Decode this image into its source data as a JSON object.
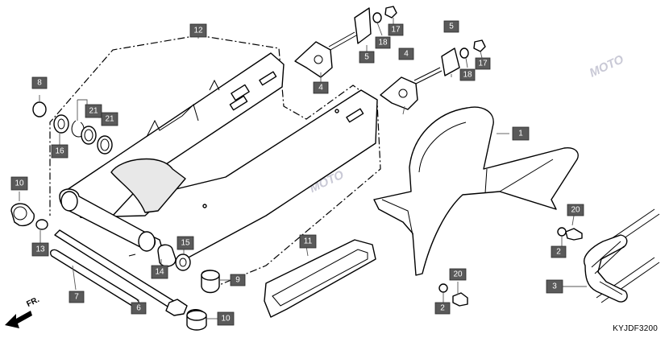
{
  "diagram_code": "KYJDF3200",
  "direction_label": "FR.",
  "watermarks": [
    "MOTO",
    "MOTO",
    "MOTO"
  ],
  "callouts": [
    {
      "id": "c1",
      "label": "1"
    },
    {
      "id": "c2a",
      "label": "2"
    },
    {
      "id": "c2b",
      "label": "2"
    },
    {
      "id": "c3",
      "label": "3"
    },
    {
      "id": "c4a",
      "label": "4"
    },
    {
      "id": "c4b",
      "label": "4"
    },
    {
      "id": "c5a",
      "label": "5"
    },
    {
      "id": "c5b",
      "label": "5"
    },
    {
      "id": "c6",
      "label": "6"
    },
    {
      "id": "c7",
      "label": "7"
    },
    {
      "id": "c8",
      "label": "8"
    },
    {
      "id": "c9",
      "label": "9"
    },
    {
      "id": "c10a",
      "label": "10"
    },
    {
      "id": "c10b",
      "label": "10"
    },
    {
      "id": "c11",
      "label": "11"
    },
    {
      "id": "c12",
      "label": "12"
    },
    {
      "id": "c13",
      "label": "13"
    },
    {
      "id": "c14",
      "label": "14"
    },
    {
      "id": "c15",
      "label": "15"
    },
    {
      "id": "c16",
      "label": "16"
    },
    {
      "id": "c17a",
      "label": "17"
    },
    {
      "id": "c17b",
      "label": "17"
    },
    {
      "id": "c18a",
      "label": "18"
    },
    {
      "id": "c18b",
      "label": "18"
    },
    {
      "id": "c20a",
      "label": "20"
    },
    {
      "id": "c20b",
      "label": "20"
    },
    {
      "id": "c21a",
      "label": "21"
    },
    {
      "id": "c21b",
      "label": "21"
    }
  ]
}
